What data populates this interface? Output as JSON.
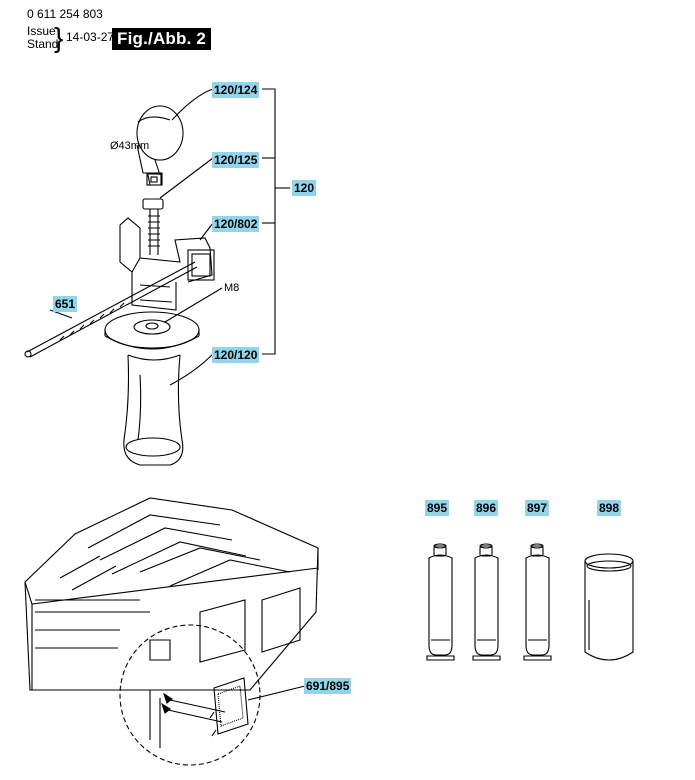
{
  "header": {
    "part_number": "0 611 254 803",
    "issue_label": "Issue",
    "stand_label": "Stand",
    "date": "14-03-27",
    "figure": "Fig./Abb. 2"
  },
  "labels": {
    "l_120_124": "120/124",
    "l_120_125": "120/125",
    "l_120_802": "120/802",
    "l_120_120": "120/120",
    "l_120": "120",
    "l_651": "651",
    "l_691_895": "691/895",
    "l_895": "895",
    "l_896": "896",
    "l_897": "897",
    "l_898": "898"
  },
  "annotations": {
    "diameter": "Ø43mm",
    "thread": "M8"
  }
}
